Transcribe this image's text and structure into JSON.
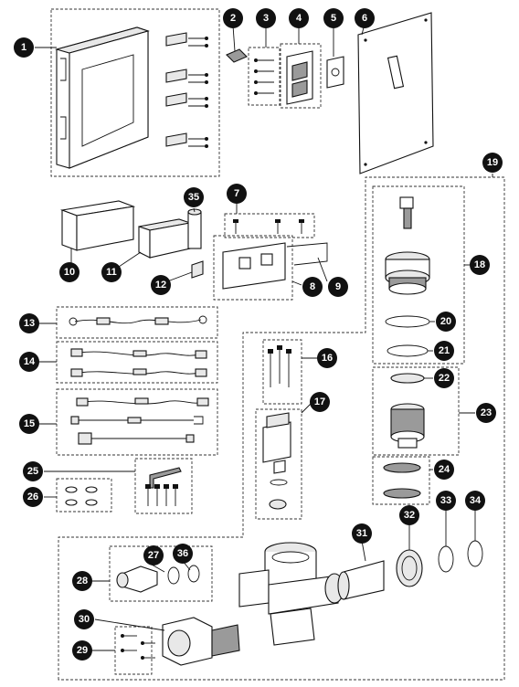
{
  "diagram": {
    "callouts": [
      {
        "id": "c1",
        "label": "1"
      },
      {
        "id": "c2",
        "label": "2"
      },
      {
        "id": "c3",
        "label": "3"
      },
      {
        "id": "c4",
        "label": "4"
      },
      {
        "id": "c5",
        "label": "5"
      },
      {
        "id": "c6",
        "label": "6"
      },
      {
        "id": "c7",
        "label": "7"
      },
      {
        "id": "c8",
        "label": "8"
      },
      {
        "id": "c9",
        "label": "9"
      },
      {
        "id": "c10",
        "label": "10"
      },
      {
        "id": "c11",
        "label": "11"
      },
      {
        "id": "c12",
        "label": "12"
      },
      {
        "id": "c13",
        "label": "13"
      },
      {
        "id": "c14",
        "label": "14"
      },
      {
        "id": "c15",
        "label": "15"
      },
      {
        "id": "c16",
        "label": "16"
      },
      {
        "id": "c17",
        "label": "17"
      },
      {
        "id": "c18",
        "label": "18"
      },
      {
        "id": "c19",
        "label": "19"
      },
      {
        "id": "c20",
        "label": "20"
      },
      {
        "id": "c21",
        "label": "21"
      },
      {
        "id": "c22",
        "label": "22"
      },
      {
        "id": "c23",
        "label": "23"
      },
      {
        "id": "c24",
        "label": "24"
      },
      {
        "id": "c25",
        "label": "25"
      },
      {
        "id": "c26",
        "label": "26"
      },
      {
        "id": "c27",
        "label": "27"
      },
      {
        "id": "c28",
        "label": "28"
      },
      {
        "id": "c29",
        "label": "29"
      },
      {
        "id": "c30",
        "label": "30"
      },
      {
        "id": "c31",
        "label": "31"
      },
      {
        "id": "c32",
        "label": "32"
      },
      {
        "id": "c33",
        "label": "33"
      },
      {
        "id": "c34",
        "label": "34"
      },
      {
        "id": "c35",
        "label": "35"
      },
      {
        "id": "c36",
        "label": "36"
      }
    ]
  }
}
